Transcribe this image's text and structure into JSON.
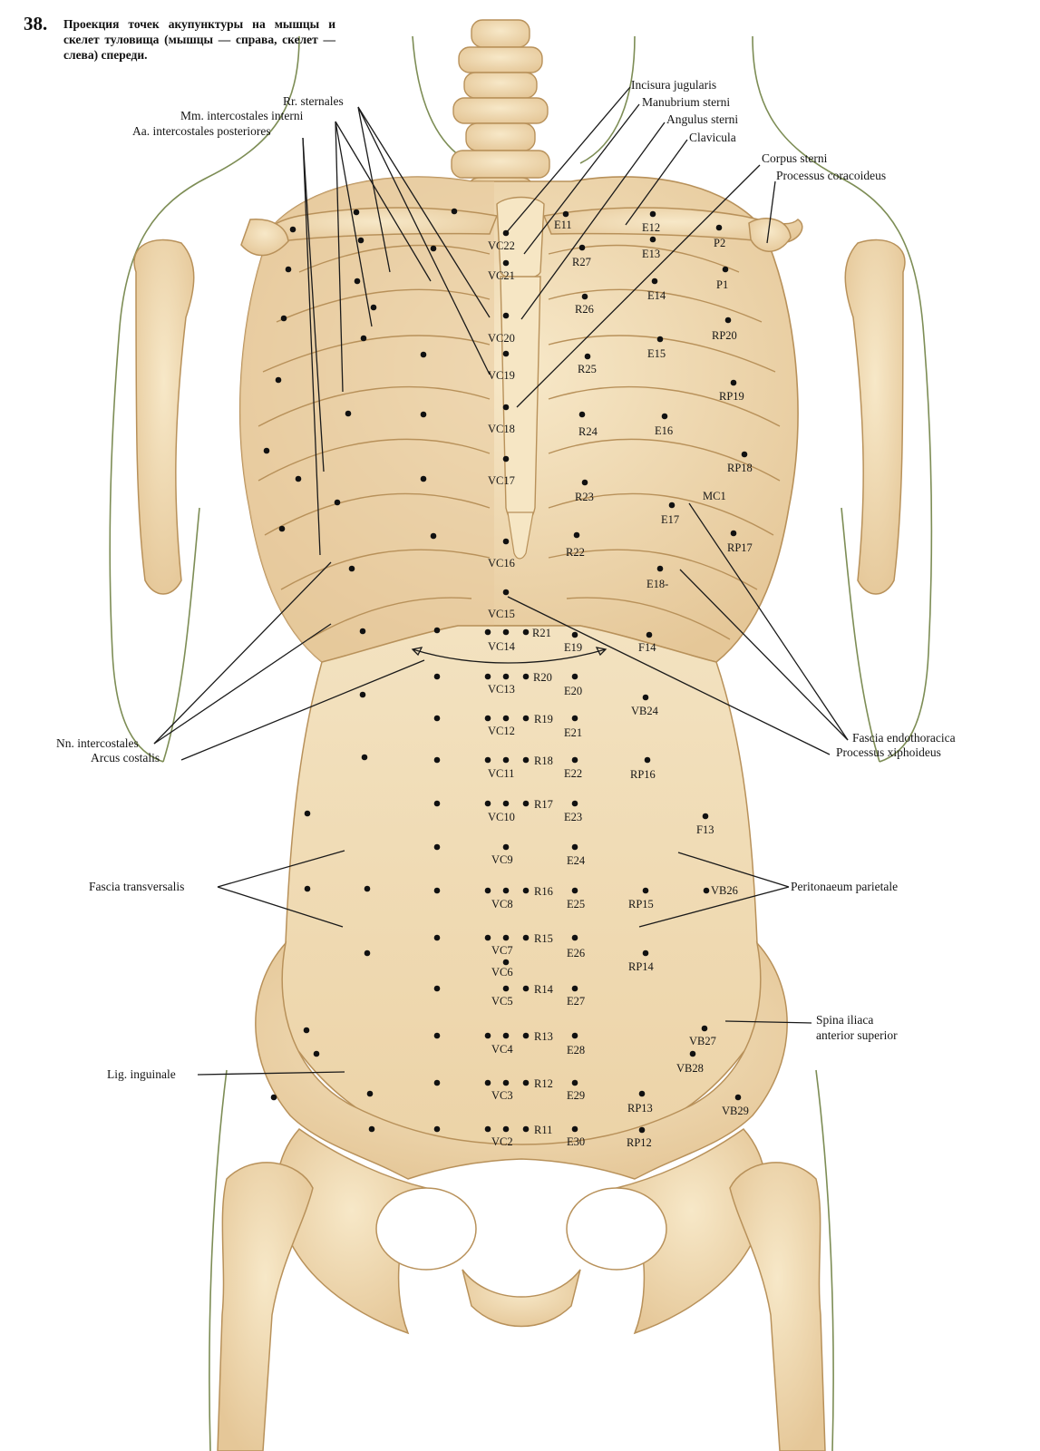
{
  "figure": {
    "number": "38.",
    "caption": "Проекция точек акупунктуры на мышцы и скелет туловища (мышцы — справа, скелет — слева) спереди."
  },
  "colors": {
    "bone": "#f1dcb5",
    "bone_shadow": "#dcbd8c",
    "bone_line": "#b8915a",
    "muscle": "#e2c395",
    "body_outline": "#7d8d55",
    "dot": "#111111",
    "leader": "#1a1a1a"
  },
  "terms": {
    "incisura_jugularis": "Incisura jugularis",
    "manubrium_sterni": "Manubrium sterni",
    "angulus_sterni": "Angulus sterni",
    "clavicula": "Clavicula",
    "corpus_sterni": "Corpus sterni",
    "processus_coracoideus": "Processus coracoideus",
    "rr_sternales": "Rr. sternales",
    "mm_intercostales_interni": "Mm. intercostales interni",
    "aa_intercostales_posteriores": "Aa. intercostales posteriores",
    "nn_intercostales": "Nn. intercostales",
    "arcus_costalis": "Arcus costalis",
    "fascia_endothoracica": "Fascia endothoracica",
    "processus_xiphoideus": "Processus xiphoideus",
    "fascia_transversalis": "Fascia transversalis",
    "peritonaeum_parietale": "Peritonaeum parietale",
    "spina_iliaca_1": "Spina iliaca",
    "spina_iliaca_2": "anterior superior",
    "lig_inguinale": "Lig. inguinale"
  },
  "points": {
    "vc": [
      "VC22",
      "VC21",
      "VC20",
      "VC19",
      "VC18",
      "VC17",
      "VC16",
      "VC15",
      "VC14",
      "VC13",
      "VC12",
      "VC11",
      "VC10",
      "VC9",
      "VC8",
      "VC7",
      "VC6",
      "VC5",
      "VC4",
      "VC3",
      "VC2"
    ],
    "r": [
      "R27",
      "R26",
      "R25",
      "R24",
      "R23",
      "R22",
      "R21",
      "R20",
      "R19",
      "R18",
      "R17",
      "R16",
      "R15",
      "R14",
      "R13",
      "R12",
      "R11"
    ],
    "e": [
      "E11",
      "E12",
      "E13",
      "E14",
      "E15",
      "E16",
      "E17",
      "E18-",
      "E19",
      "E20",
      "E21",
      "E22",
      "E23",
      "E24",
      "E25",
      "E26",
      "E27",
      "E28",
      "E29",
      "E30"
    ],
    "lateral": [
      "P2",
      "P1",
      "RP20",
      "RP19",
      "RP18",
      "MC1",
      "RP17",
      "F14",
      "VB24",
      "RP16",
      "F13",
      "RP15",
      "VB26",
      "RP14",
      "VB27",
      "VB28",
      "RP13",
      "VB29",
      "RP12"
    ]
  }
}
